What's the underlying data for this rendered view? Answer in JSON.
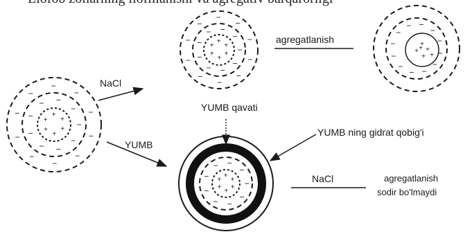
{
  "header": {
    "cut_off_text": "Liofob zollarning liofillanishi va agregativ barqarorligi"
  },
  "diagram": {
    "labels": {
      "nacl_top": "NaCl",
      "yumb": "YUMB",
      "agregatlanish_top": "agregatlanish",
      "yumb_qavati": "YUMB qavati",
      "yumb_gidrat_qobigi": "YUMB ning gidrat qobig'i",
      "nacl_bottom": "NaCl",
      "agregatlanish_bottom_line1": "agregatlanish",
      "agregatlanish_bottom_line2": "sodir bo'lmaydi"
    },
    "charge_signs": {
      "negative": "−",
      "positive": "+"
    }
  },
  "colors": {
    "ink": "#1a1a1a",
    "paper": "#ffffff",
    "shell": "#111111"
  }
}
